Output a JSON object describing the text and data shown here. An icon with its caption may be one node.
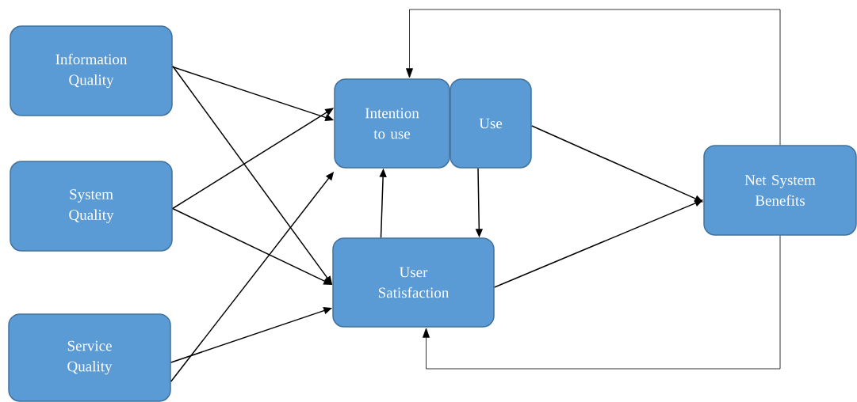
{
  "diagram": {
    "nodes": [
      {
        "text": [
          "Information Quality"
        ]
      },
      {
        "text": [
          "System Quality"
        ]
      },
      {
        "text": [
          "Service Quality"
        ]
      },
      {
        "text": [
          "Intention to use"
        ]
      },
      {
        "text": [
          "Use"
        ]
      },
      {
        "text": [
          "User Satisfaction"
        ]
      },
      {
        "text": [
          "Net System Benefits"
        ]
      }
    ],
    "edges": [
      {
        "from": 0,
        "to": 3,
        "arrow": "to"
      },
      {
        "from": 0,
        "to": 5,
        "arrow": "to"
      },
      {
        "from": 1,
        "to": 3,
        "arrow": "to"
      },
      {
        "from": 1,
        "to": 5,
        "arrow": "to"
      },
      {
        "from": 2,
        "to": 3,
        "arrow": "to"
      },
      {
        "from": 2,
        "to": 5,
        "arrow": "to"
      },
      {
        "from": 5,
        "to": 3,
        "arrow": "to"
      },
      {
        "from": 4,
        "to": 5,
        "arrow": "to"
      },
      {
        "from": 4,
        "to": 6,
        "arrow": "to"
      },
      {
        "from": 5,
        "to": 6,
        "arrow": "to"
      },
      {
        "from": 6,
        "to": 3,
        "arrow": "to"
      },
      {
        "from": 6,
        "to": 5,
        "arrow": "to"
      }
    ]
  }
}
